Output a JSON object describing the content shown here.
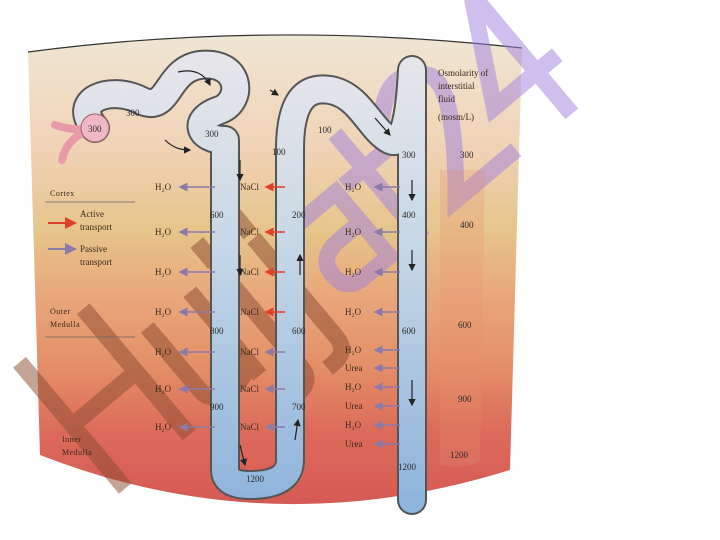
{
  "regions": {
    "cortex": "Cortex",
    "outer_medulla": [
      "Outer",
      "Medulla"
    ],
    "inner_medulla": [
      "Inner",
      "Medulla"
    ]
  },
  "legend": {
    "active": [
      "Active",
      "transport"
    ],
    "passive": [
      "Passive",
      "transport"
    ],
    "active_color": "#e0402a",
    "passive_color": "#8c7aa8"
  },
  "interstitial_header": [
    "Osmolarity of",
    "interstitial",
    "fluid",
    "(mosm/L)"
  ],
  "interstitial_values": [
    "300",
    "400",
    "600",
    "900",
    "1200"
  ],
  "tubule_values": {
    "glomerulus": "300",
    "proximal": "300",
    "proximal_2": "300",
    "descending": [
      "600",
      "800",
      "900"
    ],
    "bottom": "1200",
    "ascending": [
      "700",
      "600",
      "200",
      "100"
    ],
    "distal": "100",
    "collecting": [
      "300",
      "400",
      "600",
      "1200"
    ]
  },
  "left_water": [
    "H₂O",
    "H₂O",
    "H₂O",
    "H₂O",
    "H₂O",
    "H₂O",
    "H₂O"
  ],
  "nacl": [
    "NaCl",
    "NaCl",
    "NaCl",
    "NaCl",
    "NaCl",
    "NaCl",
    "NaCl"
  ],
  "collecting_flux": [
    "H₂O",
    "H₂O",
    "H₂O",
    "H₂O",
    "H₂O",
    "Urea",
    "H₂O",
    "Urea",
    "H₂O",
    "Urea"
  ],
  "watermark": "Hujjat24"
}
